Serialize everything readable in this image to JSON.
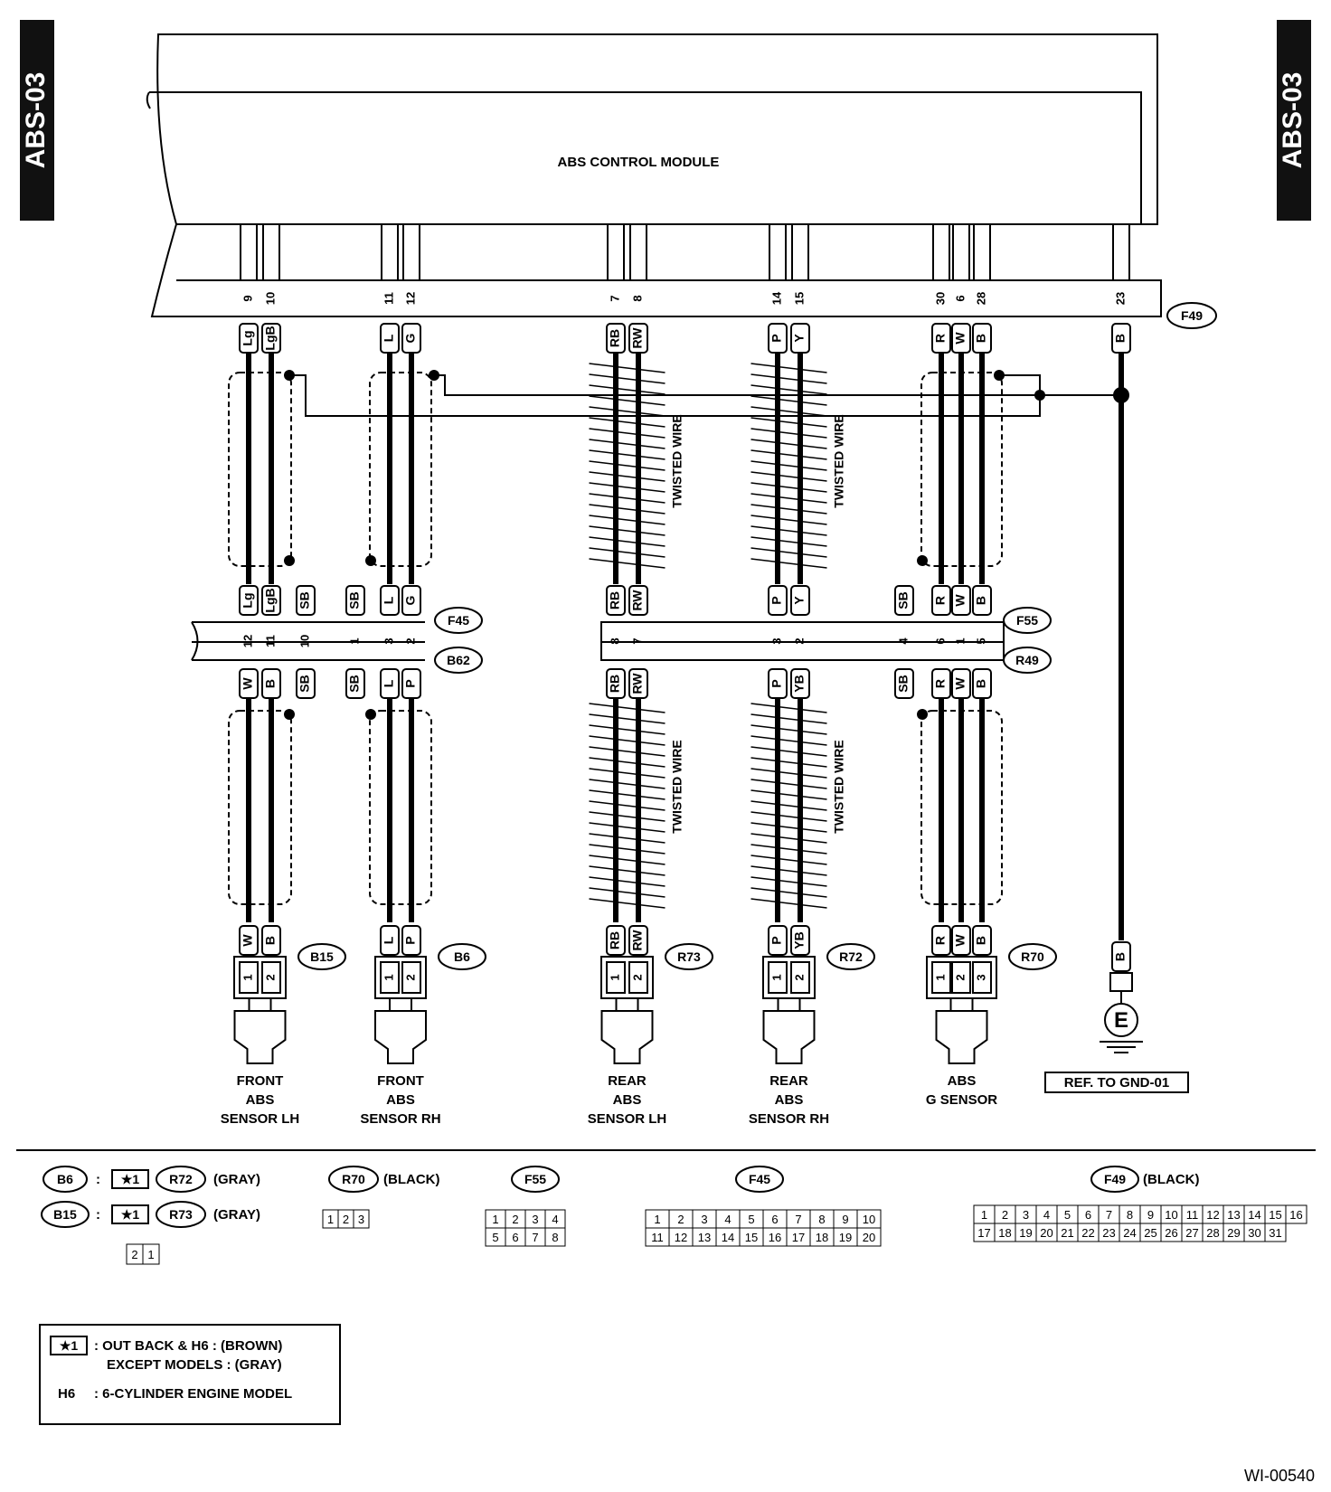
{
  "page_tag": "ABS-03",
  "figure_id": "WI-00540",
  "module": {
    "label": "ABS CONTROL MODULE",
    "connector": "F49"
  },
  "branches": [
    {
      "id": "front-lh",
      "x": [
        275,
        300
      ],
      "shield": true,
      "twisted": false,
      "top": {
        "pins": [
          "9",
          "10"
        ],
        "colors": [
          "Lg",
          "LgB"
        ]
      },
      "mid_upper": {
        "colors": [
          "Lg",
          "LgB",
          "SB"
        ],
        "pins": [
          "12",
          "11",
          "10"
        ]
      },
      "mid_lower": {
        "colors": [
          "W",
          "B",
          "SB"
        ]
      },
      "bottom": {
        "colors": [
          "W",
          "B"
        ],
        "pins": [
          "1",
          "2"
        ],
        "connector": "B15"
      },
      "label": [
        "FRONT",
        "ABS",
        "SENSOR LH"
      ]
    },
    {
      "id": "front-rh",
      "x": [
        431,
        455
      ],
      "shield": true,
      "twisted": false,
      "top": {
        "pins": [
          "11",
          "12"
        ],
        "colors": [
          "L",
          "G"
        ]
      },
      "mid_upper": {
        "colors": [
          "SB",
          "L",
          "G"
        ],
        "pins": [
          "1",
          "3",
          "2"
        ]
      },
      "mid_lower": {
        "colors": [
          "SB",
          "L",
          "P"
        ]
      },
      "bottom": {
        "colors": [
          "L",
          "P"
        ],
        "pins": [
          "1",
          "2"
        ],
        "connector": "B6"
      },
      "label": [
        "FRONT",
        "ABS",
        "SENSOR RH"
      ]
    },
    {
      "id": "rear-lh",
      "x": [
        681,
        706
      ],
      "shield": false,
      "twisted": true,
      "top": {
        "pins": [
          "7",
          "8"
        ],
        "colors": [
          "RB",
          "RW"
        ]
      },
      "mid_upper": {
        "colors": [
          "RB",
          "RW"
        ],
        "pins": [
          "8",
          "7"
        ]
      },
      "mid_lower": {
        "colors": [
          "RB",
          "RW"
        ]
      },
      "bottom": {
        "colors": [
          "RB",
          "RW"
        ],
        "pins": [
          "1",
          "2"
        ],
        "connector": "R73"
      },
      "label": [
        "REAR",
        "ABS",
        "SENSOR LH"
      ]
    },
    {
      "id": "rear-rh",
      "x": [
        860,
        885
      ],
      "shield": false,
      "twisted": true,
      "top": {
        "pins": [
          "14",
          "15"
        ],
        "colors": [
          "P",
          "Y"
        ]
      },
      "mid_upper": {
        "colors": [
          "P",
          "Y"
        ],
        "pins": [
          "3",
          "2"
        ]
      },
      "mid_lower": {
        "colors": [
          "P",
          "YB"
        ]
      },
      "bottom": {
        "colors": [
          "P",
          "YB"
        ],
        "pins": [
          "1",
          "2"
        ],
        "connector": "R72"
      },
      "label": [
        "REAR",
        "ABS",
        "SENSOR RH"
      ]
    },
    {
      "id": "g-sensor",
      "x": [
        1041,
        1063,
        1086
      ],
      "shield": true,
      "twisted": false,
      "top": {
        "pins": [
          "30",
          "6",
          "28"
        ],
        "colors": [
          "R",
          "W",
          "B"
        ]
      },
      "mid_upper": {
        "colors": [
          "SB",
          "R",
          "W",
          "B"
        ],
        "pins": [
          "4",
          "6",
          "1",
          "5"
        ]
      },
      "mid_lower": {
        "colors": [
          "SB",
          "R",
          "W",
          "B"
        ]
      },
      "bottom": {
        "colors": [
          "R",
          "W",
          "B"
        ],
        "pins": [
          "1",
          "2",
          "3"
        ],
        "connector": "R70"
      },
      "label": [
        "ABS",
        "G SENSOR"
      ]
    },
    {
      "id": "ground",
      "x": [
        1240
      ],
      "shield": false,
      "twisted": false,
      "top": {
        "pins": [
          "23"
        ],
        "colors": [
          "B"
        ]
      },
      "bottom": {
        "colors": [
          "B"
        ]
      },
      "ground_symbol": "E",
      "label": [
        "REF. TO GND-01"
      ]
    }
  ],
  "twisted_label": "TWISTED WIRE",
  "junction_connectors": {
    "left_upper": "F45",
    "left_lower": "B62",
    "right_upper": "F55",
    "right_lower": "R49"
  },
  "legend": {
    "row1": {
      "conn": "B6",
      "sep": ":",
      "star": "★1",
      "alt": "R72",
      "color": "(GRAY)"
    },
    "row2": {
      "conn": "B15",
      "sep": ":",
      "star": "★1",
      "alt": "R73",
      "color": "(GRAY)"
    },
    "small_pins": [
      "2",
      "1"
    ],
    "r70": {
      "conn": "R70",
      "color": "(BLACK)",
      "pins": [
        "1",
        "2",
        "3"
      ]
    },
    "f55": {
      "conn": "F55",
      "pins": [
        "1",
        "2",
        "3",
        "4",
        "5",
        "6",
        "7",
        "8"
      ]
    },
    "f45": {
      "conn": "F45",
      "pins": [
        "1",
        "2",
        "3",
        "4",
        "5",
        "6",
        "7",
        "8",
        "9",
        "10",
        "11",
        "12",
        "13",
        "14",
        "15",
        "16",
        "17",
        "18",
        "19",
        "20"
      ]
    },
    "f49": {
      "conn": "F49",
      "color": "(BLACK)",
      "pins": [
        "1",
        "2",
        "3",
        "4",
        "5",
        "6",
        "7",
        "8",
        "9",
        "10",
        "11",
        "12",
        "13",
        "14",
        "15",
        "16",
        "17",
        "18",
        "19",
        "20",
        "21",
        "22",
        "23",
        "24",
        "25",
        "26",
        "27",
        "28",
        "29",
        "30",
        "31"
      ]
    }
  },
  "notes": {
    "star": "★1",
    "line1": ": OUT BACK & H6   : (BROWN)",
    "line2": "EXCEPT MODELS : (GRAY)",
    "h6_key": "H6",
    "h6_text": ": 6-CYLINDER ENGINE MODEL"
  }
}
